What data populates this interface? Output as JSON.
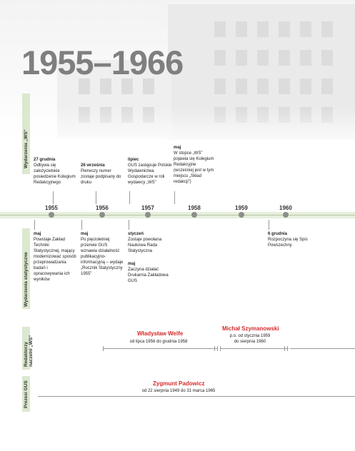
{
  "title": "1955–1966",
  "sections": {
    "wydarzenia_ws": "Wydarzenia „WS”",
    "wydarzenia_statystyczne": "Wydarzenia statystyczne",
    "redaktorzy": "Redaktorzy naczelni „WS”",
    "prezesi": "Prezesi GUS"
  },
  "years": [
    "1955",
    "1956",
    "1957",
    "1958",
    "1959",
    "1960"
  ],
  "ws_events": [
    {
      "date": "27 grudnia",
      "text": "Odbywa się założycielskie posiedzenie Kolegium Redakcyjnego"
    },
    {
      "date": "26 września",
      "text": "Pierwszy numer zostaje podpisany do druku"
    },
    {
      "date": "lipiec",
      "text": "GUS zastępuje Polskie Wydawnictwa Gospodarcze w roli wydawcy „WS”"
    },
    {
      "date": "maj",
      "text": "W stopce „WS” pojawia się Kolegium Redakcyjne (wcześniej jest w tym miejscu „Skład redakcji”)"
    }
  ],
  "stat_events": [
    {
      "date": "maj",
      "text": "Powstaje Zakład Techniki Statystycznej, mający modernizować sposób przeprowadzania badań i opracowywania ich wyników"
    },
    {
      "date": "maj",
      "text": "Po pięcioletniej przerwie GUS wznawia działalność publikacyjno-informacyjną – wydaje „Rocznik Statystyczny 1955”"
    },
    {
      "date": "styczeń",
      "text": "Zostaje powołana Naukowa Rada Statystyczna"
    },
    {
      "date": "maj",
      "text": "Zaczyna działać Drukarnia Zakładowa GUS"
    },
    {
      "date": "6 grudnia",
      "text": "Rozpoczyna się Spis Powszechny"
    }
  ],
  "editors": [
    {
      "name": "Władysław Welfe",
      "period": "od lipca 1956 do grudnia 1958"
    },
    {
      "name": "Michał Szymanowski",
      "period_line1": "p.o. od stycznia 1959",
      "period_line2": "do sierpnia 1960"
    }
  ],
  "president": {
    "name": "Zygmunt Padowicz",
    "period": "od 22 sierpnia 1949 do 31 marca 1965"
  },
  "colors": {
    "accent": "#d52b2b",
    "band": "#dce8cf",
    "title": "#7f7f7f"
  }
}
